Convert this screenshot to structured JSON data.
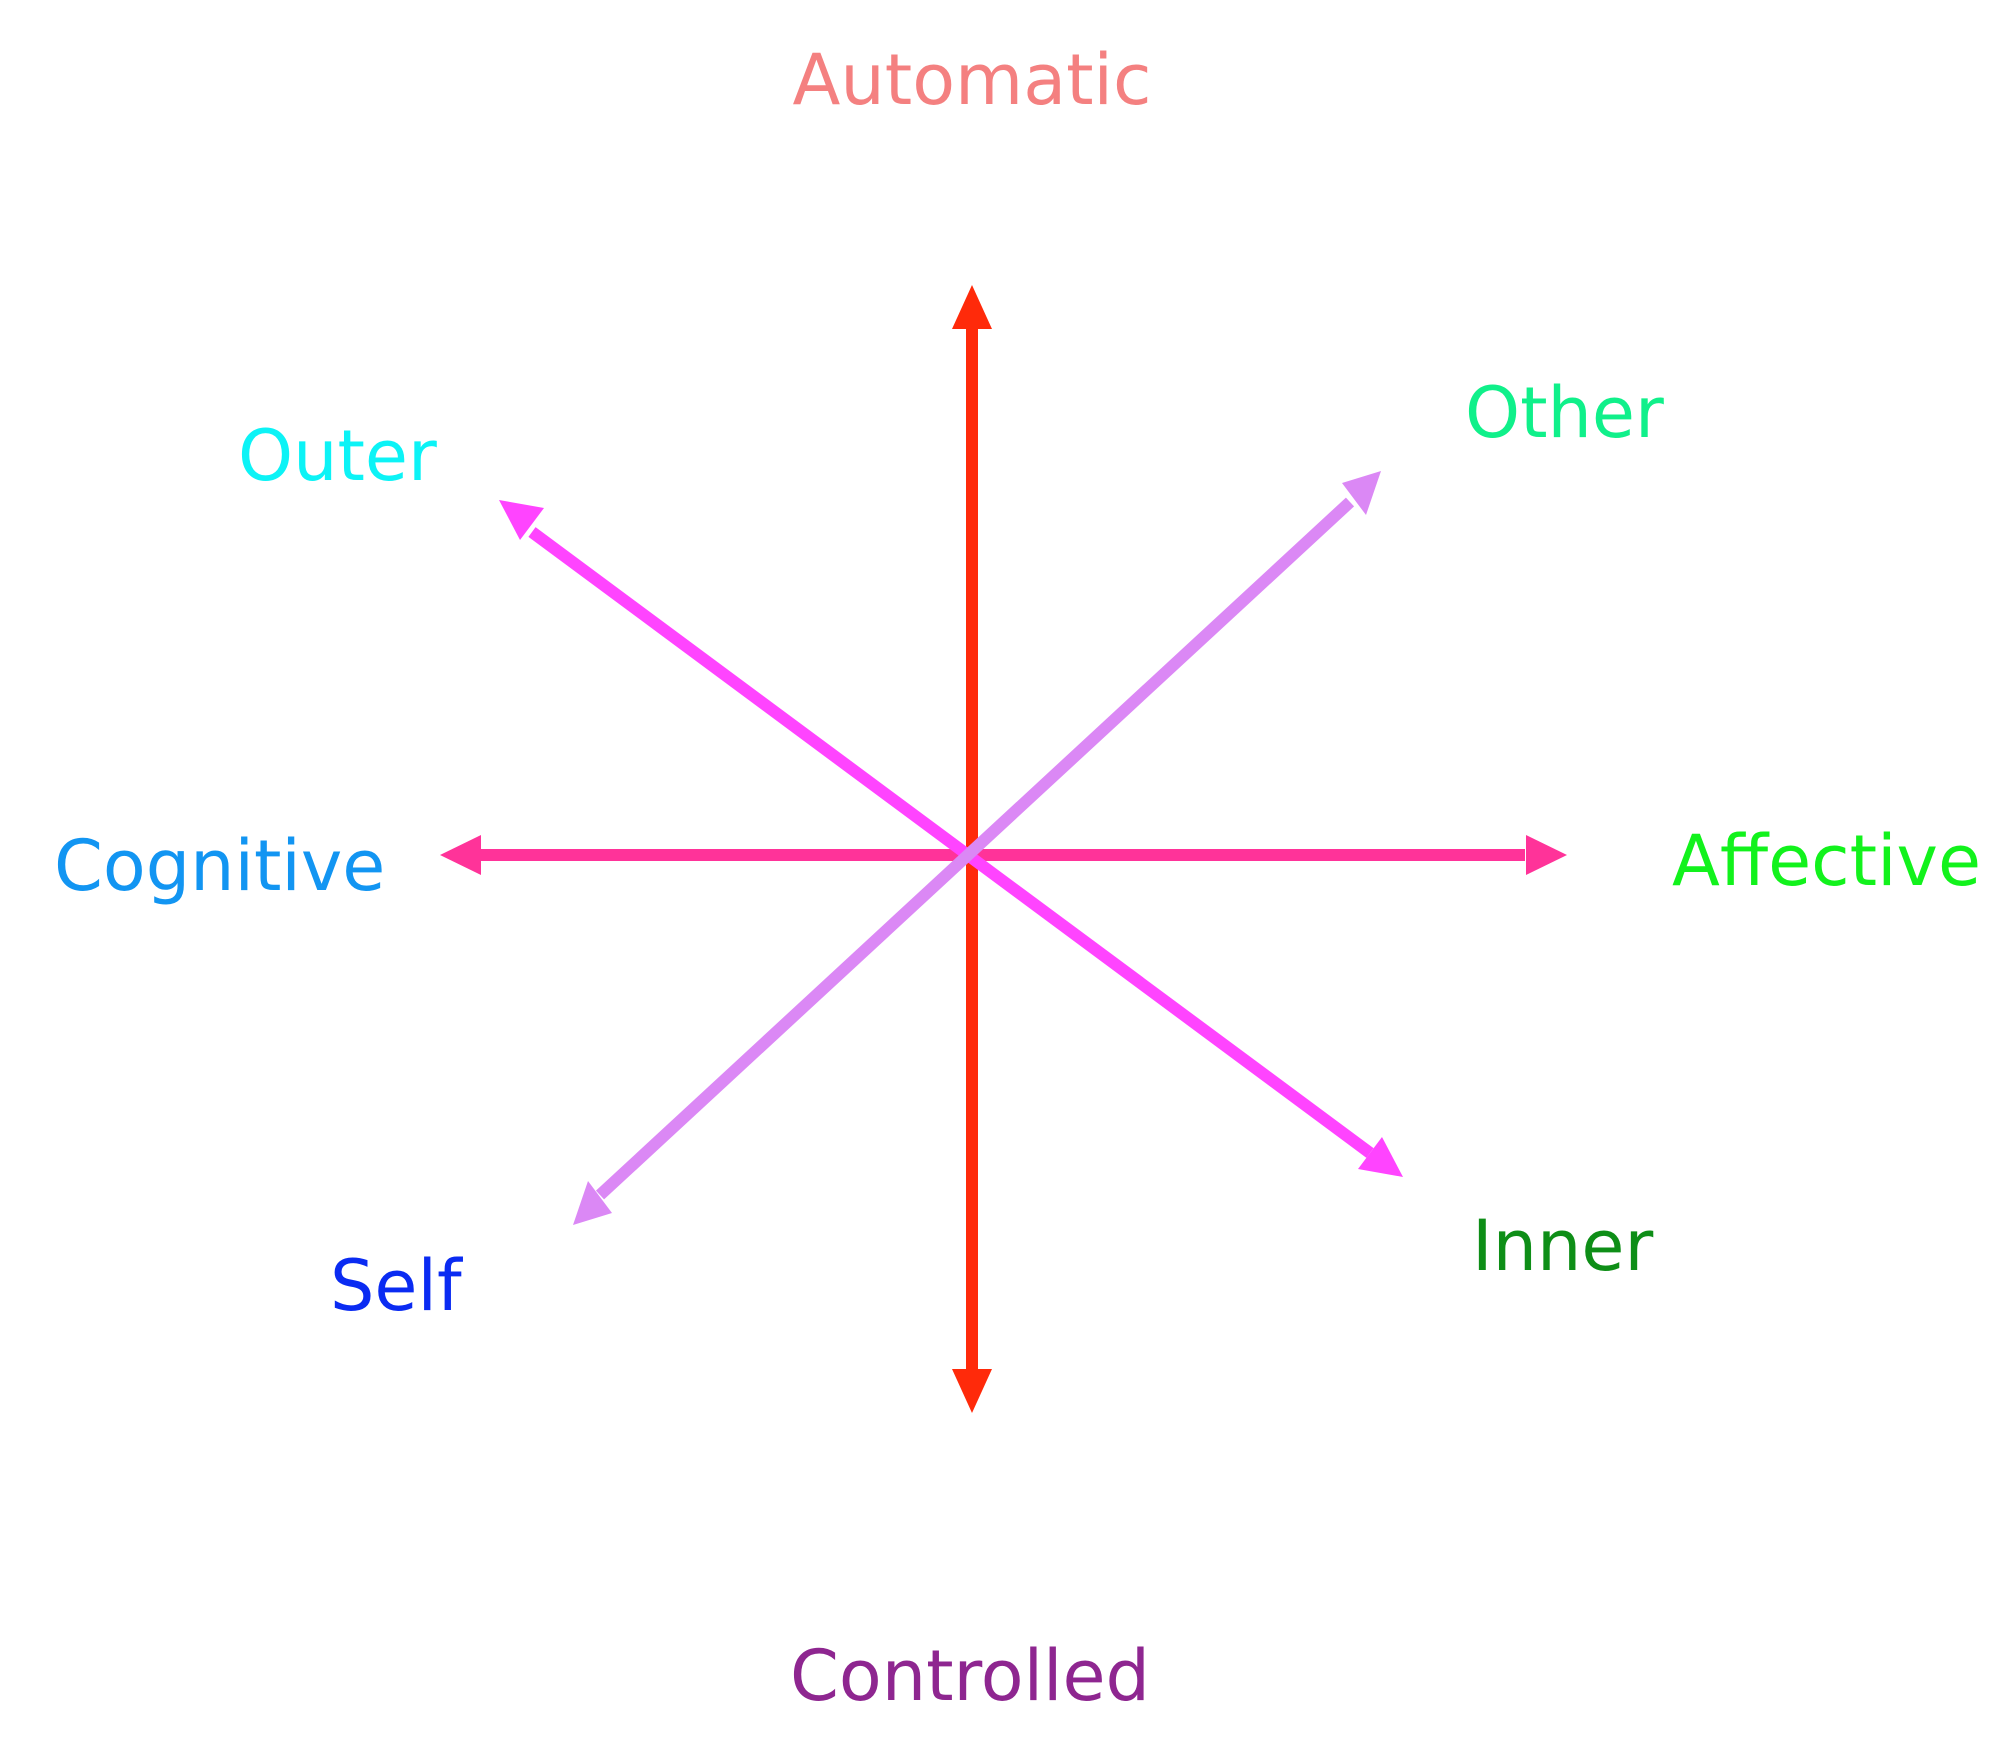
{
  "axes": [
    {
      "id": "automatic-controlled",
      "color": "#FF2A0A",
      "pole_a": {
        "label": "Automatic",
        "color": "#F48080"
      },
      "pole_b": {
        "label": "Controlled",
        "color": "#8E2690"
      }
    },
    {
      "id": "cognitive-affective",
      "color": "#FF3399",
      "pole_a": {
        "label": "Cognitive",
        "color": "#1295F2"
      },
      "pole_b": {
        "label": "Affective",
        "color": "#12F21C"
      }
    },
    {
      "id": "outer-inner",
      "color": "#FF44FF",
      "pole_a": {
        "label": "Outer",
        "color": "#0CF3F6"
      },
      "pole_b": {
        "label": "Inner",
        "color": "#0E8E17"
      }
    },
    {
      "id": "self-other",
      "color": "#DB88F5",
      "pole_a": {
        "label": "Self",
        "color": "#0A2BF2"
      },
      "pole_b": {
        "label": "Other",
        "color": "#10F08A"
      }
    }
  ]
}
